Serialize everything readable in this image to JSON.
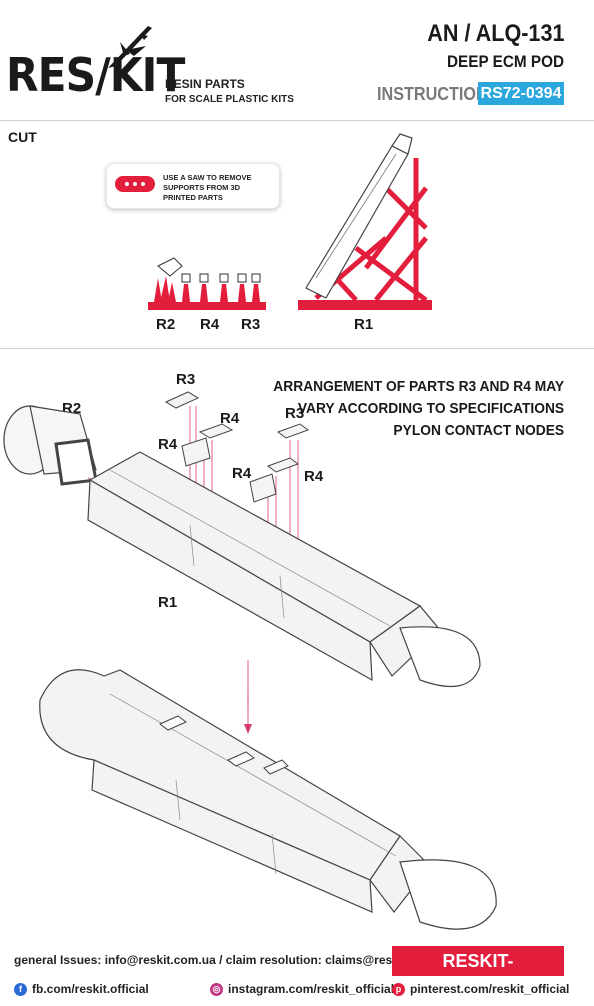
{
  "brand": {
    "logo_text": "RES/KIT",
    "tagline_line1": "RESIN PARTS",
    "tagline_line2": "FOR SCALE PLASTIC KITS"
  },
  "header": {
    "title": "AN / ALQ-131",
    "subtitle": "DEEP ECM POD",
    "instruction_label": "INSTRUCTION",
    "product_code": "RS72-0394"
  },
  "cut_section": {
    "heading": "CUT",
    "tip_text": "USE A SAW TO REMOVE SUPPORTS FROM 3D PRINTED PARTS",
    "part_labels": [
      "R2",
      "R4",
      "R3",
      "R1"
    ]
  },
  "assembly": {
    "note_lines": [
      "ARRANGEMENT OF PARTS R3 AND R4 MAY",
      "VARY ACCORDING TO SPECIFICATIONS",
      "PYLON CONTACT NODES"
    ],
    "labels": {
      "r2": "R2",
      "r3_a": "R3",
      "r3_b": "R3",
      "r4_a": "R4",
      "r4_b": "R4",
      "r4_c": "R4",
      "r4_d": "R4",
      "r1": "R1"
    }
  },
  "footer": {
    "contacts": "general Issues: info@reskit.com.ua / claim resolution: claims@reskit.com.ua",
    "website": "RESKIT-MODELS.COM",
    "facebook": "fb.com/reskit.official",
    "instagram": "instagram.com/reskit_official",
    "pinterest": "pinterest.com/reskit_official"
  },
  "colors": {
    "accent_red": "#e31e3c",
    "accent_blue": "#2aa7dd",
    "guide_line": "#d63a78"
  },
  "icons": [
    "jet-icon",
    "facebook-icon",
    "instagram-icon",
    "pinterest-icon",
    "saw-dots-icon"
  ]
}
